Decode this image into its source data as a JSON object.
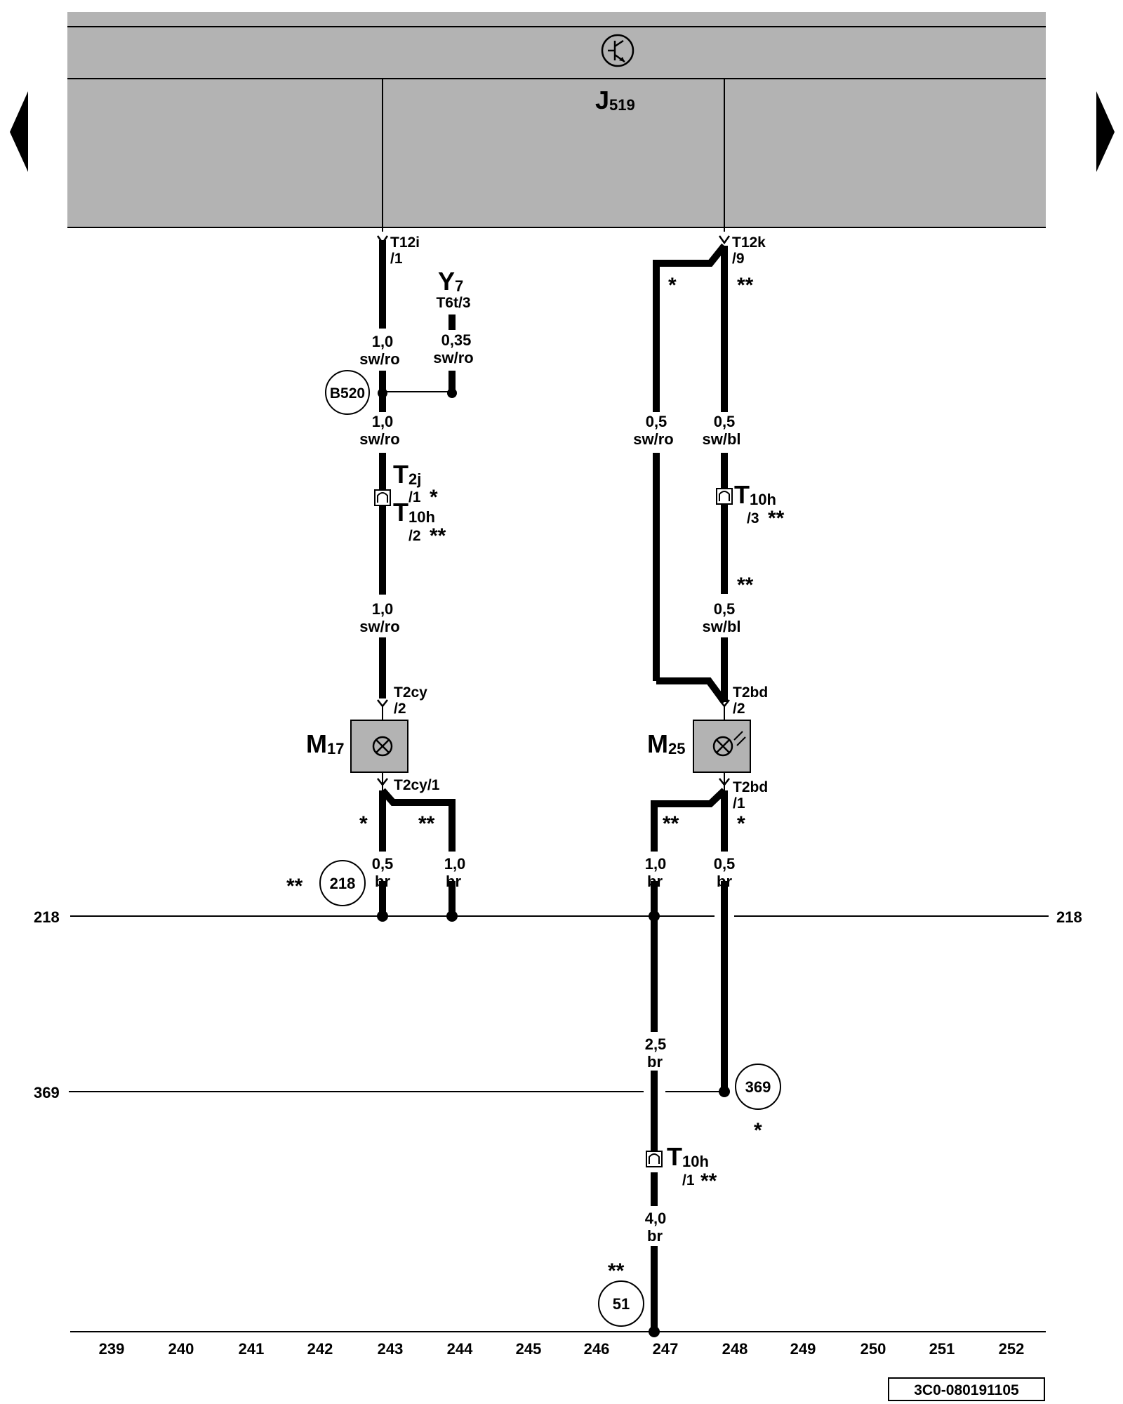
{
  "control_unit": {
    "name": "J",
    "sub": "519"
  },
  "nav": {
    "prev": "previous-page",
    "next": "next-page"
  },
  "connectors": {
    "t12i": "T12i",
    "t12i_pin": "/1",
    "t12k": "T12k",
    "t12k_pin": "/9",
    "t6t": "T6t/3",
    "t2j_main": "T",
    "t2j_sub": "2j",
    "t2j_pin": "/1",
    "t10h_main": "T",
    "t10h_sub": "10h",
    "t10h_pin2": "/2",
    "t10h_pin3": "/3",
    "t10h_pin1": "/1",
    "t2cy": "T2cy",
    "t2cy_pin2": "/2",
    "t2cy1": "T2cy/1",
    "t2bd": "T2bd",
    "t2bd_pin2": "/2",
    "t2bd_pin1": "/1"
  },
  "components": {
    "y7_main": "Y",
    "y7_sub": "7",
    "m17_main": "M",
    "m17_sub": "17",
    "m25_main": "M",
    "m25_sub": "25"
  },
  "wires": {
    "w1_size": "1,0",
    "w1_color": "sw/ro",
    "w2_size": "0,35",
    "w2_color": "sw/ro",
    "w3_size": "1,0",
    "w3_color": "sw/ro",
    "w4_size": "1,0",
    "w4_color": "sw/ro",
    "w5_size": "0,5",
    "w5_color": "sw/ro",
    "w6_size": "0,5",
    "w6_color": "sw/bl",
    "w7_size": "0,5",
    "w7_color": "sw/bl",
    "w8_size": "0,5",
    "w8_color": "br",
    "w9_size": "1,0",
    "w9_color": "br",
    "w10_size": "1,0",
    "w10_color": "br",
    "w11_size": "0,5",
    "w11_color": "br",
    "w12_size": "2,5",
    "w12_color": "br",
    "w13_size": "4,0",
    "w13_color": "br"
  },
  "ground_points": {
    "b520": "B520",
    "g218": "218",
    "g369": "369",
    "g51": "51"
  },
  "rails": {
    "r218": "218",
    "r369": "369"
  },
  "marks": {
    "one": "*",
    "two": "**"
  },
  "grid_numbers": [
    "239",
    "240",
    "241",
    "242",
    "243",
    "244",
    "245",
    "246",
    "247",
    "248",
    "249",
    "250",
    "251",
    "252"
  ],
  "doc_id": "3C0-080191105"
}
